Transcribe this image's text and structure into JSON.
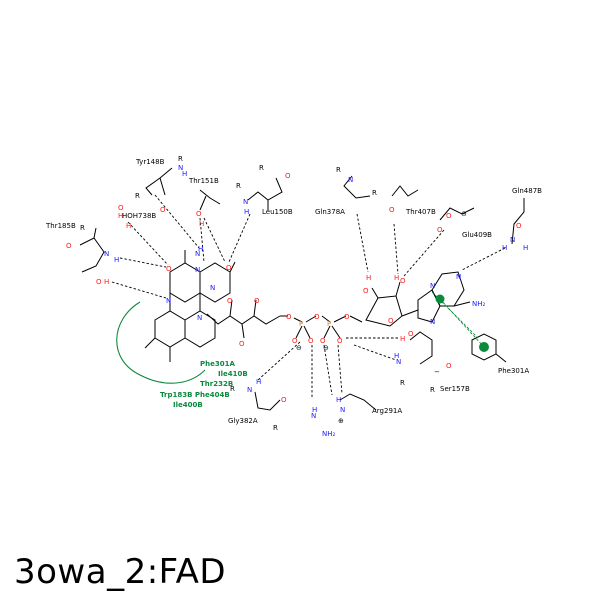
{
  "title": "3owa_2:FAD",
  "residues": {
    "tyr148": "Tyr148B",
    "thr151": "Thr151B",
    "leu150": "Leu150B",
    "thr185": "Thr185B",
    "hoh738": "HOH738B",
    "gln378": "Gln378A",
    "thr407": "Thr407B",
    "glu409": "Glu409B",
    "gln487": "Gln487B",
    "phe301_right": "Phe301A",
    "ser157": "Ser157B",
    "arg291": "Arg291A",
    "gly382": "Gly382A"
  },
  "hydrophobic": {
    "phe301": "Phe301A",
    "ile410": "Ile410B",
    "thr232": "Thr232B",
    "trp183_phe404": "Trp183B Phe404B",
    "ile400": "Ile400B"
  },
  "atoms": {
    "R": "R",
    "N": "N",
    "H": "H",
    "O": "O",
    "P": "P",
    "NH2": "NH₂",
    "charge": "⊖",
    "plus": "⊕",
    "minus": "−"
  },
  "colors": {
    "nitrogen": "#1a1aff",
    "oxygen": "#ff1a1a",
    "phosphorus": "#d9822b",
    "hydrophobic": "#0a8a3c",
    "pi_center": "#0a8a3c"
  }
}
